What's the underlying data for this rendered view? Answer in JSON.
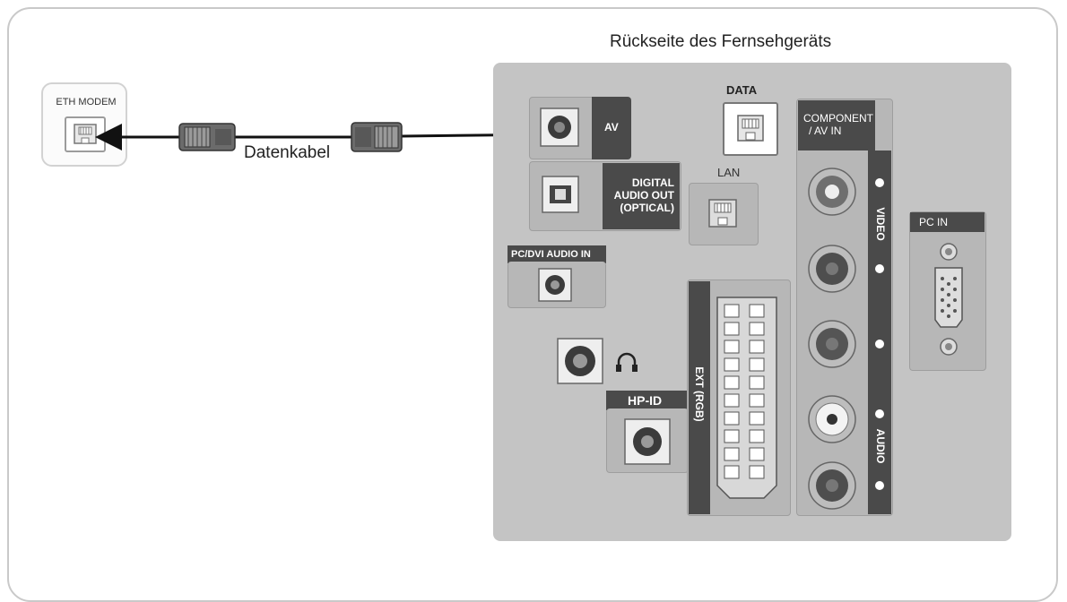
{
  "title": "Rückseite des Fernsehgeräts",
  "modem": {
    "label": "ETH MODEM"
  },
  "cable": {
    "label": "Datenkabel"
  },
  "tv_panel": {
    "data_port": "DATA",
    "lan_port": "LAN",
    "digital_audio_line1": "DIGITAL",
    "digital_audio_line2": "AUDIO OUT",
    "digital_audio_line3": "(OPTICAL)",
    "pc_dvi_audio": "PC/DVI AUDIO IN",
    "hp_id": "HP-ID",
    "ext_rgb": "EXT (RGB)",
    "component_line1": "COMPONENT",
    "component_line2": "/ AV IN",
    "video_label": "VIDEO",
    "audio_label": "AUDIO",
    "pc_in": "PC IN",
    "cut_off_label": "AV"
  }
}
